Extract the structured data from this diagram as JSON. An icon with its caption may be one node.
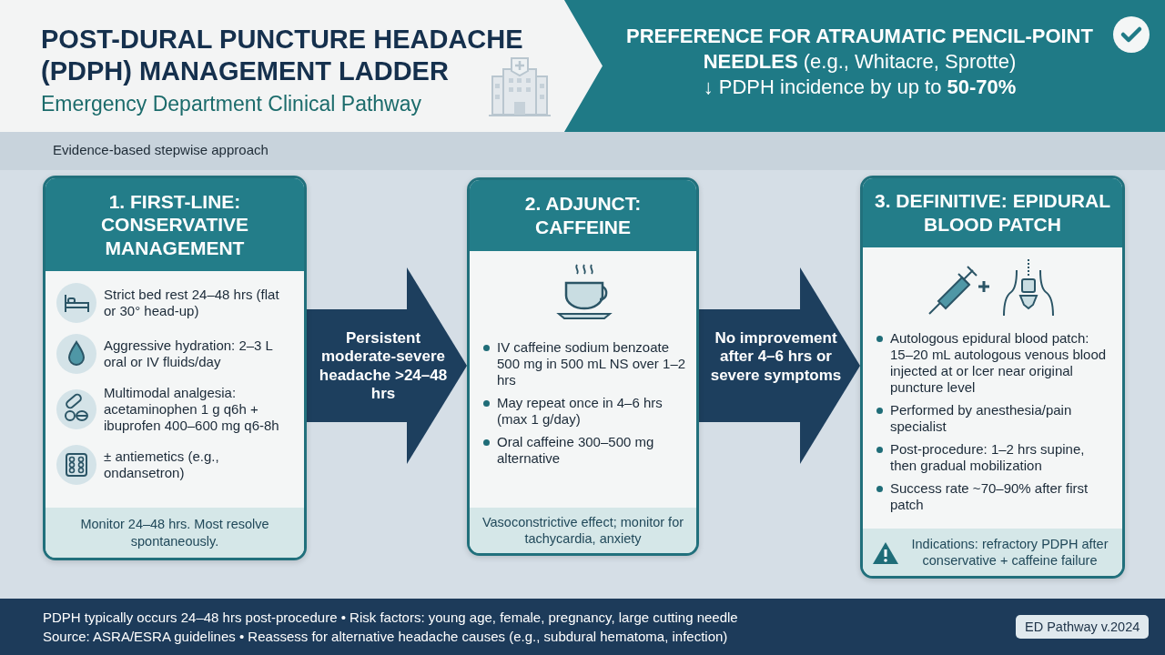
{
  "diagram": {
    "title": "POST-DURAL PUNCTURE HEADACHE (PDPH) MANAGEMENT LADDER",
    "nodes": [
      {
        "text": [
          "**PREFERENCE FOR ATRAUMATIC PENCIL-POINT NEEDLES** (e.g., Whitacre, Sprotte)",
          "↓ PDPH incidence by up to **50-70%**"
        ]
      },
      {
        "text": [
          "1. FIRST-LINE: CONSERVATIVE MANAGEMENT",
          "Strict bed rest 24–48 hrs (flat or 30° head-up)",
          "Aggressive hydration: 2–3 L oral or IV fluids/day",
          "Multimodal analgesia: acetaminophen 1 g q6h + ibuprofen 400–600 mg q6-8h",
          "± antiemetics (e.g., ondansetron)",
          "Monitor 24–48 hrs. Most resolve spontaneously."
        ]
      },
      {
        "text": [
          "2. ADJUNCT: CAFFEINE",
          "IV caffeine sodium benzoate 500 mg in 500 mL NS over 1–2 hrs",
          "May repeat once in 4–6 hrs (max 1 g/day)",
          "Oral caffeine 300–500 mg alternative",
          "Vasoconstrictive effect; monitor for tachycardia, anxiety"
        ]
      },
      {
        "text": [
          "3. DEFINITIVE: EPIDURAL BLOOD PATCH",
          "Autologous epidural blood patch: 15–20 mL autologous venous blood injected at or lcer near original puncture level",
          "Performed by anesthesia/pain specialist",
          "Post-procedure: 1–2 hrs supine, then gradual mobilization",
          "Success rate ~70–90% after first patch",
          "Indications: refractory PDPH after conservative + caffeine failure"
        ]
      }
    ],
    "edges": [
      {
        "from": 1,
        "to": 2,
        "arrow": "to",
        "label": "Persistent moderate-severe headache >24–48 hrs"
      },
      {
        "from": 2,
        "to": 3,
        "arrow": "to",
        "label": "No improvement after 4–6 hrs or severe symptoms"
      }
    ],
    "labels": [
      "Emergency Department Clinical Pathway",
      "Evidence-based stepwise approach",
      "PDPH typically occurs 24–48 hrs post-procedure • Risk factors: young age, female, pregnancy, large cutting needle",
      "Source: ASRA/ESRA guidelines • Reassess for alternative headache causes (e.g., subdural hematoma, infection)",
      "ED Pathway v.2024"
    ]
  }
}
